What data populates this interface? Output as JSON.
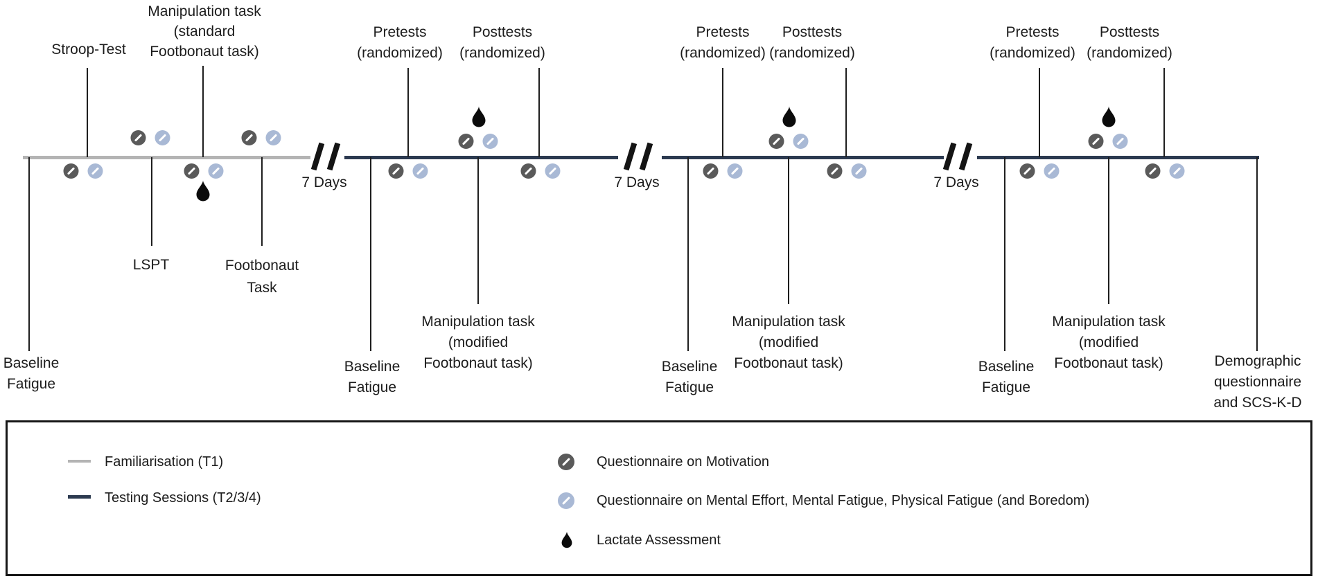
{
  "familiarisation": {
    "baseline_lines": [
      "Baseline",
      "Fatigue"
    ],
    "stroop_label": "Stroop-Test",
    "lspt_label": "LSPT",
    "manipulation_lines": [
      "Manipulation task",
      "(standard",
      "Footbonaut task)"
    ],
    "footbonaut_lines": [
      "Footbonaut",
      "Task"
    ]
  },
  "testing": {
    "pretests_lines": [
      "Pretests",
      "(randomized)"
    ],
    "posttests_lines": [
      "Posttests",
      "(randomized)"
    ],
    "baseline_lines": [
      "Baseline",
      "Fatigue"
    ],
    "manipulation_lines": [
      "Manipulation task",
      "(modified",
      "Footbonaut task)"
    ],
    "demographic_lines": [
      "Demographic",
      "questionnaire",
      "and SCS-K-D"
    ]
  },
  "gap_label": "7 Days",
  "legend": {
    "familiarisation_label": "Familiarisation (T1)",
    "testing_label": "Testing Sessions (T2/3/4)",
    "motivation_label": "Questionnaire on Motivation",
    "mental_label": "Questionnaire on Mental Effort, Mental Fatigue, Physical Fatigue (and Boredom)",
    "lactate_label": "Lactate Assessment"
  },
  "colors": {
    "familiarisation_line": "#b4b4b4",
    "testing_line": "#2c3a50",
    "motivation_icon": "#5a5a5a",
    "mental_icon": "#a9b9d5",
    "lactate_icon": "#0b0b0b",
    "text": "#1c1c1c"
  }
}
